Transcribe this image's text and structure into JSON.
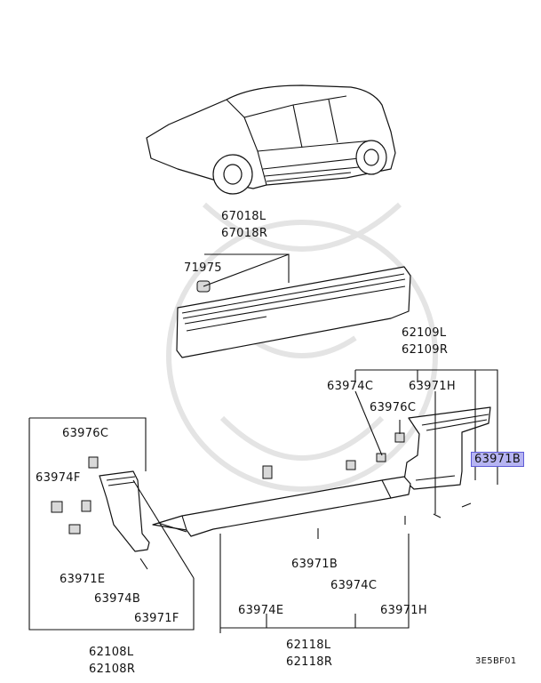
{
  "diagram_code": "3E5BF01",
  "highlight_color": "#b6b4f2",
  "labels": {
    "molding_l": "67018L",
    "molding_r": "67018R",
    "clip_71975": "71975",
    "garnish_l": "62109L",
    "garnish_r": "62109R",
    "rear_63974c": "63974C",
    "rear_63971h": "63971H",
    "rear_63976c": "63976C",
    "rear_63971b": "63971B",
    "front_63976c": "63976C",
    "front_63974f": "63974F",
    "front_63971e": "63971E",
    "front_63974b": "63974B",
    "front_63971f": "63971F",
    "front_l": "62108L",
    "front_r": "62108R",
    "sill_63971b": "63971B",
    "sill_63974c": "63974C",
    "sill_63974e": "63974E",
    "sill_63971h": "63971H",
    "sill_l": "62118L",
    "sill_r": "62118R"
  }
}
